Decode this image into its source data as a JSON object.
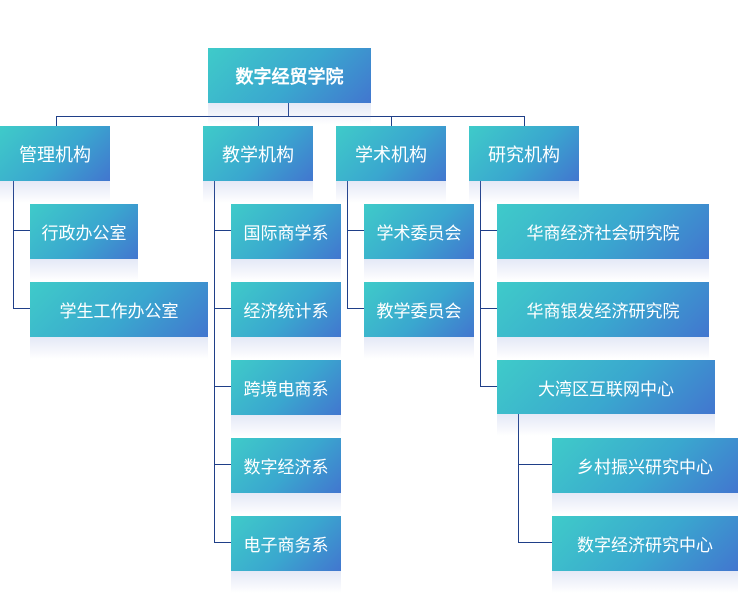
{
  "root": "数字经贸学院",
  "departments": [
    {
      "label": "管理机构",
      "children": [
        "行政办公室",
        "学生工作办公室"
      ]
    },
    {
      "label": "教学机构",
      "children": [
        "国际商学系",
        "经济统计系",
        "跨境电商系",
        "数字经济系",
        "电子商务系"
      ]
    },
    {
      "label": "学术机构",
      "children": [
        "学术委员会",
        "教学委员会"
      ]
    },
    {
      "label": "研究机构",
      "children": [
        "华商经济社会研究院",
        "华商银发经济研究院",
        "大湾区互联网中心"
      ],
      "sub_children": [
        "乡村振兴研究中心",
        "数字经济研究中心"
      ]
    }
  ],
  "colors": {
    "box_start": "#3fcbc9",
    "box_end": "#4276cf",
    "line": "#1f3f88"
  }
}
